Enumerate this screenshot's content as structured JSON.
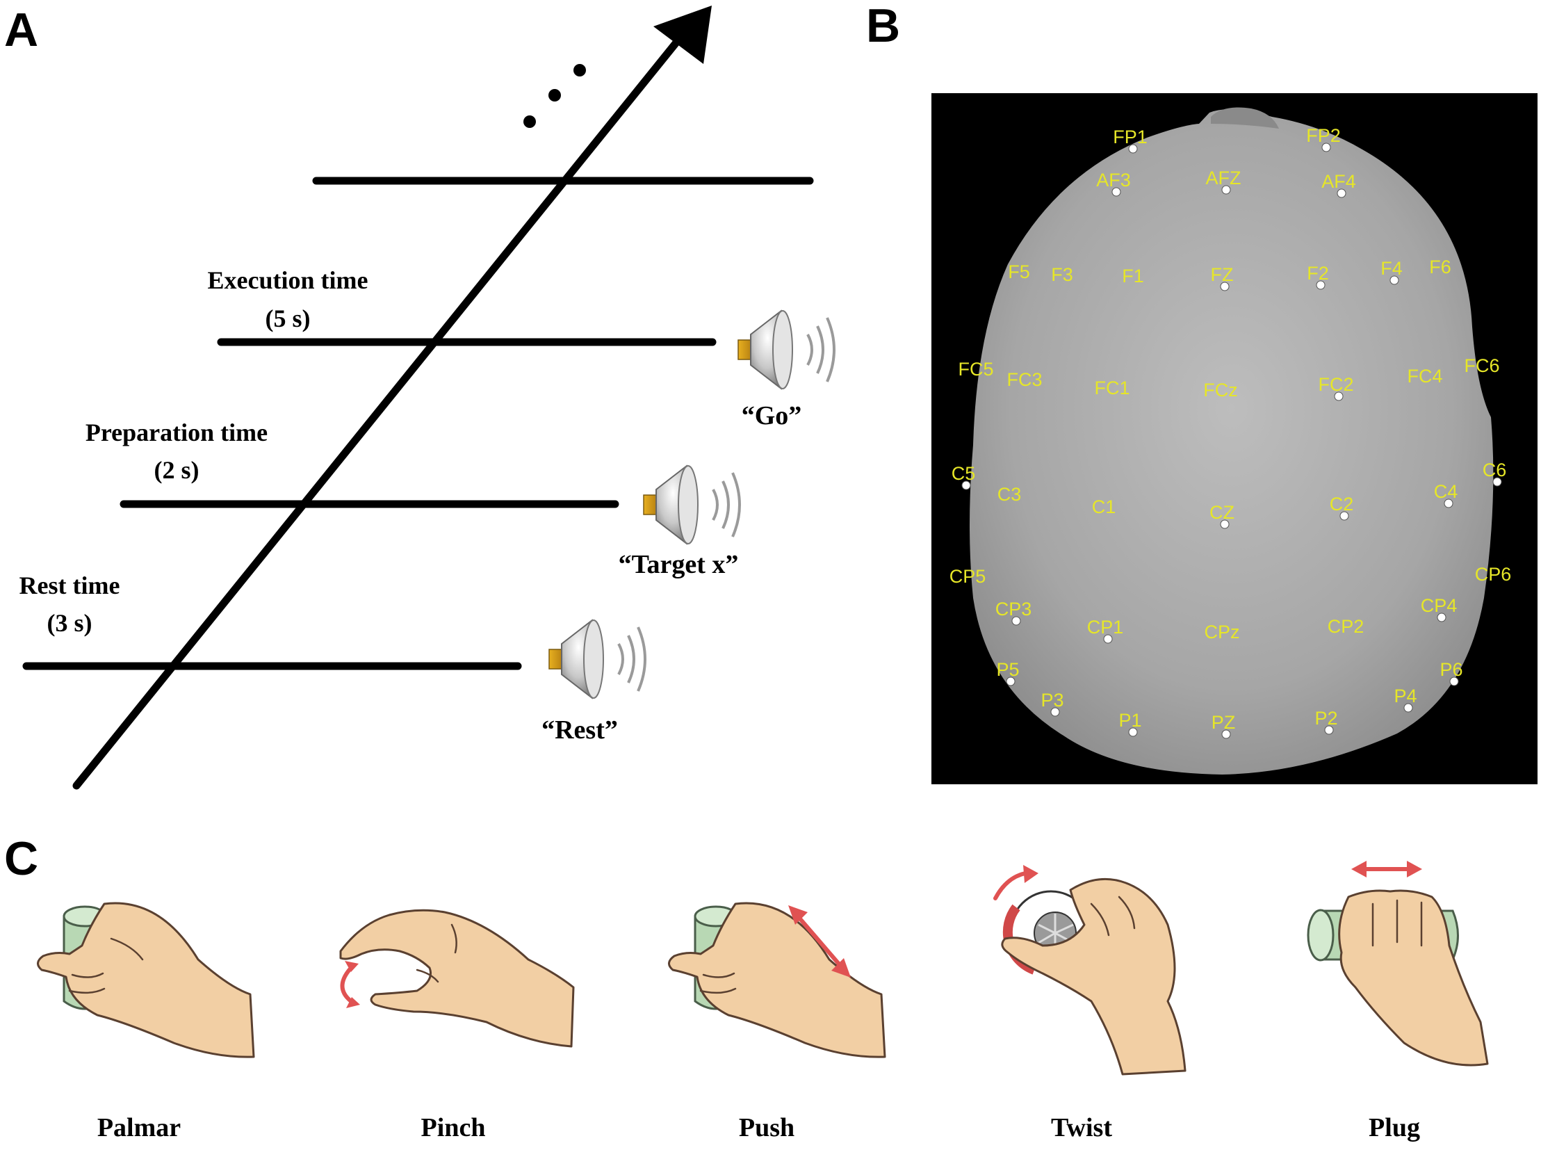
{
  "panels": {
    "a": "A",
    "b": "B",
    "c": "C"
  },
  "timeline": {
    "phases": [
      {
        "name": "Rest time",
        "duration": "(3 s)",
        "cue": "“Rest”"
      },
      {
        "name": "Preparation time",
        "duration": "(2 s)",
        "cue": "“Target x”"
      },
      {
        "name": "Execution time",
        "duration": "(5 s)",
        "cue": "“Go”"
      }
    ],
    "continuation": "..."
  },
  "electrodes": [
    {
      "label": "FP1",
      "dot": true
    },
    {
      "label": "FP2",
      "dot": true
    },
    {
      "label": "AF3",
      "dot": true
    },
    {
      "label": "AFZ",
      "dot": true
    },
    {
      "label": "AF4",
      "dot": true
    },
    {
      "label": "F5",
      "dot": false
    },
    {
      "label": "F3",
      "dot": false
    },
    {
      "label": "F1",
      "dot": false
    },
    {
      "label": "FZ",
      "dot": true
    },
    {
      "label": "F2",
      "dot": true
    },
    {
      "label": "F4",
      "dot": true
    },
    {
      "label": "F6",
      "dot": false
    },
    {
      "label": "FC5",
      "dot": false
    },
    {
      "label": "FC3",
      "dot": false
    },
    {
      "label": "FC1",
      "dot": false
    },
    {
      "label": "FCz",
      "dot": false
    },
    {
      "label": "FC2",
      "dot": true
    },
    {
      "label": "FC4",
      "dot": false
    },
    {
      "label": "FC6",
      "dot": false
    },
    {
      "label": "C5",
      "dot": true
    },
    {
      "label": "C3",
      "dot": false
    },
    {
      "label": "C1",
      "dot": false
    },
    {
      "label": "CZ",
      "dot": true
    },
    {
      "label": "C2",
      "dot": true
    },
    {
      "label": "C4",
      "dot": true
    },
    {
      "label": "C6",
      "dot": true
    },
    {
      "label": "CP5",
      "dot": false
    },
    {
      "label": "CP3",
      "dot": true
    },
    {
      "label": "CP1",
      "dot": true
    },
    {
      "label": "CPz",
      "dot": false
    },
    {
      "label": "CP2",
      "dot": false
    },
    {
      "label": "CP4",
      "dot": true
    },
    {
      "label": "CP6",
      "dot": false
    },
    {
      "label": "P5",
      "dot": true
    },
    {
      "label": "P3",
      "dot": true
    },
    {
      "label": "P1",
      "dot": true
    },
    {
      "label": "PZ",
      "dot": true
    },
    {
      "label": "P2",
      "dot": true
    },
    {
      "label": "P4",
      "dot": true
    },
    {
      "label": "P6",
      "dot": true
    }
  ],
  "grasps": [
    "Palmar",
    "Pinch",
    "Push",
    "Twist",
    "Plug"
  ],
  "colors": {
    "electrode_label": "#e6e628",
    "scalp": "#a9a9a9",
    "background_b": "#000000",
    "motion_arrow": "#e05252",
    "object": "#b8d8b4",
    "skin": "#f2cfa4"
  }
}
